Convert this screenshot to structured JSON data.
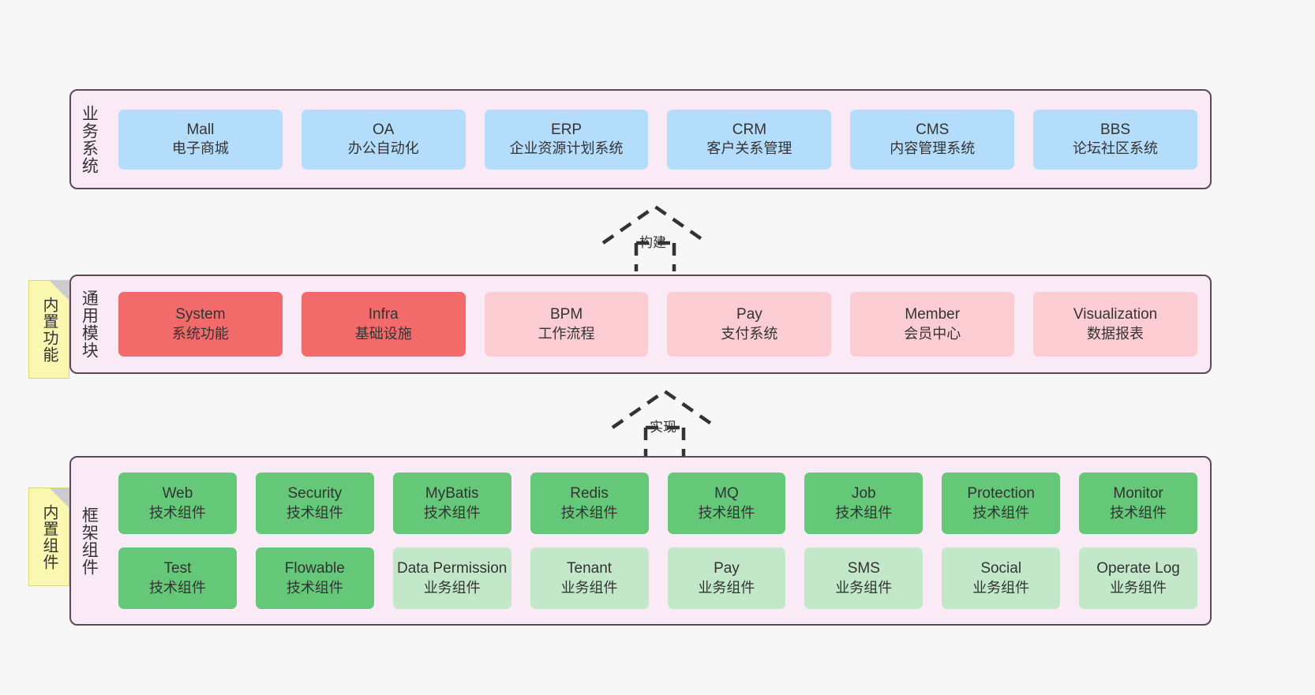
{
  "diagram": {
    "background": "#f7f7f7",
    "layer_bg": "#f9eaf5",
    "layer_border": "#5a4a55",
    "colors": {
      "business": "#b4ddfc",
      "module_active": "#f36a6a",
      "module_plain": "#fbcdd3",
      "tech_component": "#64c878",
      "biz_component": "#c2e8c9",
      "note": "#faf8b0",
      "note_fold": "#cccccc"
    }
  },
  "layers": [
    {
      "id": "business-system",
      "title": "业务系统",
      "rows": [
        {
          "cells": [
            {
              "en": "Mall",
              "cn": "电子商城",
              "color": "blue"
            },
            {
              "en": "OA",
              "cn": "办公自动化",
              "color": "blue"
            },
            {
              "en": "ERP",
              "cn": "企业资源计划系统",
              "color": "blue"
            },
            {
              "en": "CRM",
              "cn": "客户关系管理",
              "color": "blue"
            },
            {
              "en": "CMS",
              "cn": "内容管理系统",
              "color": "blue"
            },
            {
              "en": "BBS",
              "cn": "论坛社区系统",
              "color": "blue"
            }
          ]
        }
      ]
    },
    {
      "id": "common-module",
      "title": "通用模块",
      "note": "内置功能",
      "rows": [
        {
          "cells": [
            {
              "en": "System",
              "cn": "系统功能",
              "color": "red"
            },
            {
              "en": "Infra",
              "cn": "基础设施",
              "color": "red"
            },
            {
              "en": "BPM",
              "cn": "工作流程",
              "color": "pink"
            },
            {
              "en": "Pay",
              "cn": "支付系统",
              "color": "pink"
            },
            {
              "en": "Member",
              "cn": "会员中心",
              "color": "pink"
            },
            {
              "en": "Visualization",
              "cn": "数据报表",
              "color": "pink"
            }
          ]
        }
      ]
    },
    {
      "id": "framework-component",
      "title": "框架组件",
      "note": "内置组件",
      "rows": [
        {
          "cells": [
            {
              "en": "Web",
              "cn": "技术组件",
              "color": "green"
            },
            {
              "en": "Security",
              "cn": "技术组件",
              "color": "green"
            },
            {
              "en": "MyBatis",
              "cn": "技术组件",
              "color": "green"
            },
            {
              "en": "Redis",
              "cn": "技术组件",
              "color": "green"
            },
            {
              "en": "MQ",
              "cn": "技术组件",
              "color": "green"
            },
            {
              "en": "Job",
              "cn": "技术组件",
              "color": "green"
            },
            {
              "en": "Protection",
              "cn": "技术组件",
              "color": "green"
            },
            {
              "en": "Monitor",
              "cn": "技术组件",
              "color": "green"
            }
          ]
        },
        {
          "cells": [
            {
              "en": "Test",
              "cn": "技术组件",
              "color": "green"
            },
            {
              "en": "Flowable",
              "cn": "技术组件",
              "color": "green"
            },
            {
              "en": "Data Permission",
              "cn": "业务组件",
              "color": "green-light"
            },
            {
              "en": "Tenant",
              "cn": "业务组件",
              "color": "green-light"
            },
            {
              "en": "Pay",
              "cn": "业务组件",
              "color": "green-light"
            },
            {
              "en": "SMS",
              "cn": "业务组件",
              "color": "green-light"
            },
            {
              "en": "Social",
              "cn": "业务组件",
              "color": "green-light"
            },
            {
              "en": "Operate Log",
              "cn": "业务组件",
              "color": "green-light"
            }
          ]
        }
      ]
    }
  ],
  "connectors": [
    {
      "id": "build",
      "label": "构建"
    },
    {
      "id": "implement",
      "label": "实现"
    }
  ]
}
